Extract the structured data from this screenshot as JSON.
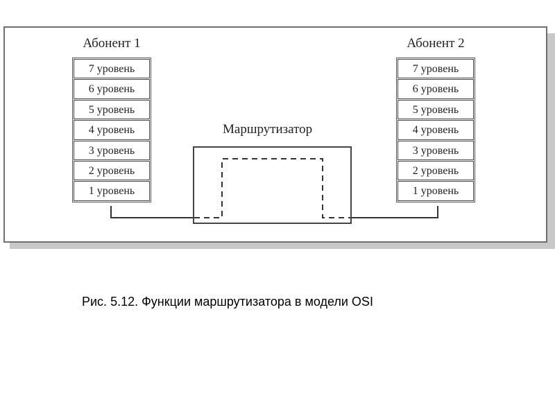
{
  "diagram": {
    "subscriber_left": {
      "title": "Абонент 1",
      "layers": [
        "7 уровень",
        "6 уровень",
        "5 уровень",
        "4 уровень",
        "3 уровень",
        "2 уровень",
        "1 уровень"
      ]
    },
    "subscriber_right": {
      "title": "Абонент 2",
      "layers": [
        "7 уровень",
        "6 уровень",
        "5 уровень",
        "4 уровень",
        "3 уровень",
        "2 уровень",
        "1 уровень"
      ]
    },
    "router": {
      "title": "Маршрутизатор"
    }
  },
  "caption": "Рис. 5.12.  Функции маршрутизатора в модели OSI"
}
